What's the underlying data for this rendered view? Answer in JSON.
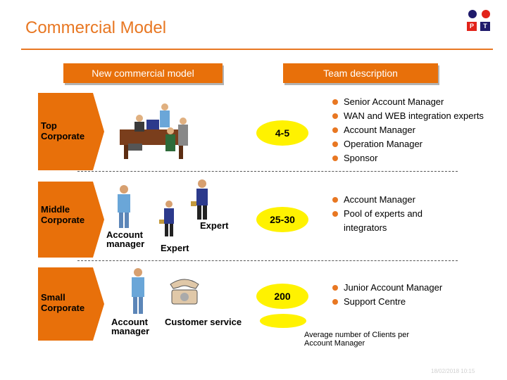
{
  "title": "Commercial Model",
  "logo": {
    "left_letter": "P",
    "right_letter": "T",
    "colors": {
      "red": "#e2231a",
      "navy": "#1f1a6b"
    }
  },
  "headers": {
    "commercial_model": "New commercial model",
    "team_description": "Team description"
  },
  "colors": {
    "accent": "#e8700a",
    "count_bg": "#fff200"
  },
  "segments": [
    {
      "label_lines": [
        "Top",
        "Corporate"
      ],
      "client_count": "4-5",
      "team": [
        "Senior Account Manager",
        "WAN and WEB integration experts",
        "Account Manager",
        "Operation Manager",
        "Sponsor"
      ],
      "figure_labels": []
    },
    {
      "label_lines": [
        "Middle",
        "Corporate"
      ],
      "client_count": "25-30",
      "team": [
        "Account Manager",
        "Pool of experts and integrators"
      ],
      "figure_labels": [
        {
          "lines": [
            "Account",
            "manager"
          ]
        },
        {
          "lines": [
            "Expert"
          ]
        },
        {
          "lines": [
            "Expert"
          ]
        }
      ]
    },
    {
      "label_lines": [
        "Small",
        "Corporate"
      ],
      "client_count": "200",
      "team": [
        "Junior Account Manager",
        "Support Centre"
      ],
      "figure_labels": [
        {
          "lines": [
            "Account",
            "manager"
          ]
        },
        {
          "lines": [
            "Customer service"
          ]
        }
      ]
    }
  ],
  "legend": {
    "text": "Average number of Clients per Account Manager"
  },
  "footer": {
    "timestamp": "18/02/2018 10:15"
  }
}
